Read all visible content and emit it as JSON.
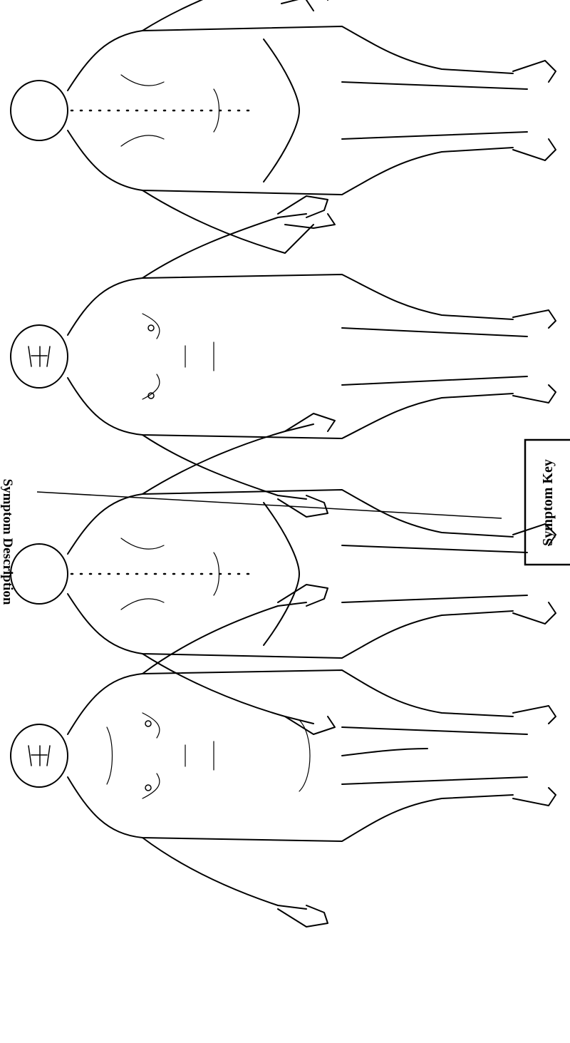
{
  "page": {
    "title": "Symptom Description"
  },
  "symptom_key": {
    "heading": "Symptom Key"
  },
  "figures": [
    {
      "view": "front"
    },
    {
      "view": "back"
    },
    {
      "view": "front"
    },
    {
      "view": "back"
    }
  ],
  "colors": {
    "ink": "#000000",
    "paper": "#ffffff"
  }
}
